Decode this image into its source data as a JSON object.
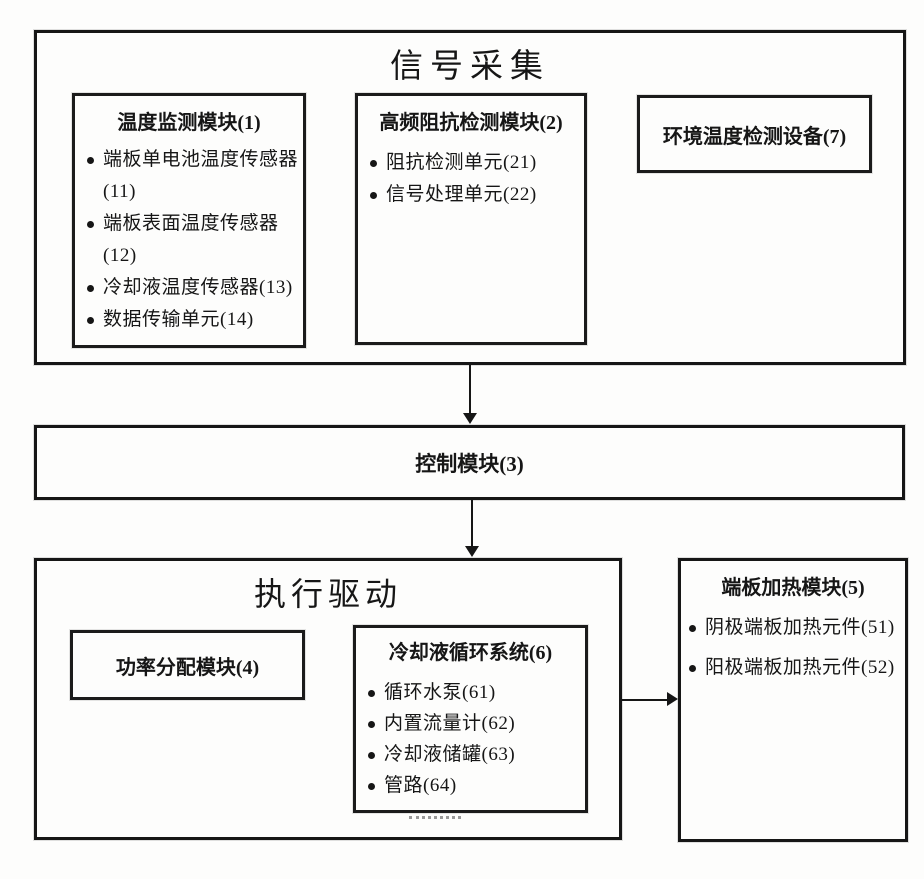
{
  "colors": {
    "ink": "#161616",
    "paper": "#fdfdfc"
  },
  "signal_acquisition": {
    "title": "信号采集",
    "temperature_module": {
      "title": "温度监测模块(1)",
      "items": [
        "端板单电池温度传感器(11)",
        "端板表面温度传感器(12)",
        "冷却液温度传感器(13)",
        "数据传输单元(14)"
      ]
    },
    "impedance_module": {
      "title": "高频阻抗检测模块(2)",
      "items": [
        "阻抗检测单元(21)",
        "信号处理单元(22)"
      ]
    },
    "ambient_device": {
      "title": "环境温度检测设备(7)"
    }
  },
  "control_module": {
    "title": "控制模块(3)"
  },
  "execution_drive": {
    "title": "执行驱动",
    "power_module": {
      "title": "功率分配模块(4)"
    },
    "coolant_system": {
      "title": "冷却液循环系统(6)",
      "items": [
        "循环水泵(61)",
        "内置流量计(62)",
        "冷却液储罐(63)",
        "管路(64)"
      ]
    }
  },
  "endplate_heating": {
    "title": "端板加热模块(5)",
    "items": [
      "阴极端板加热元件(51)",
      "阳极端板加热元件(52)"
    ]
  }
}
